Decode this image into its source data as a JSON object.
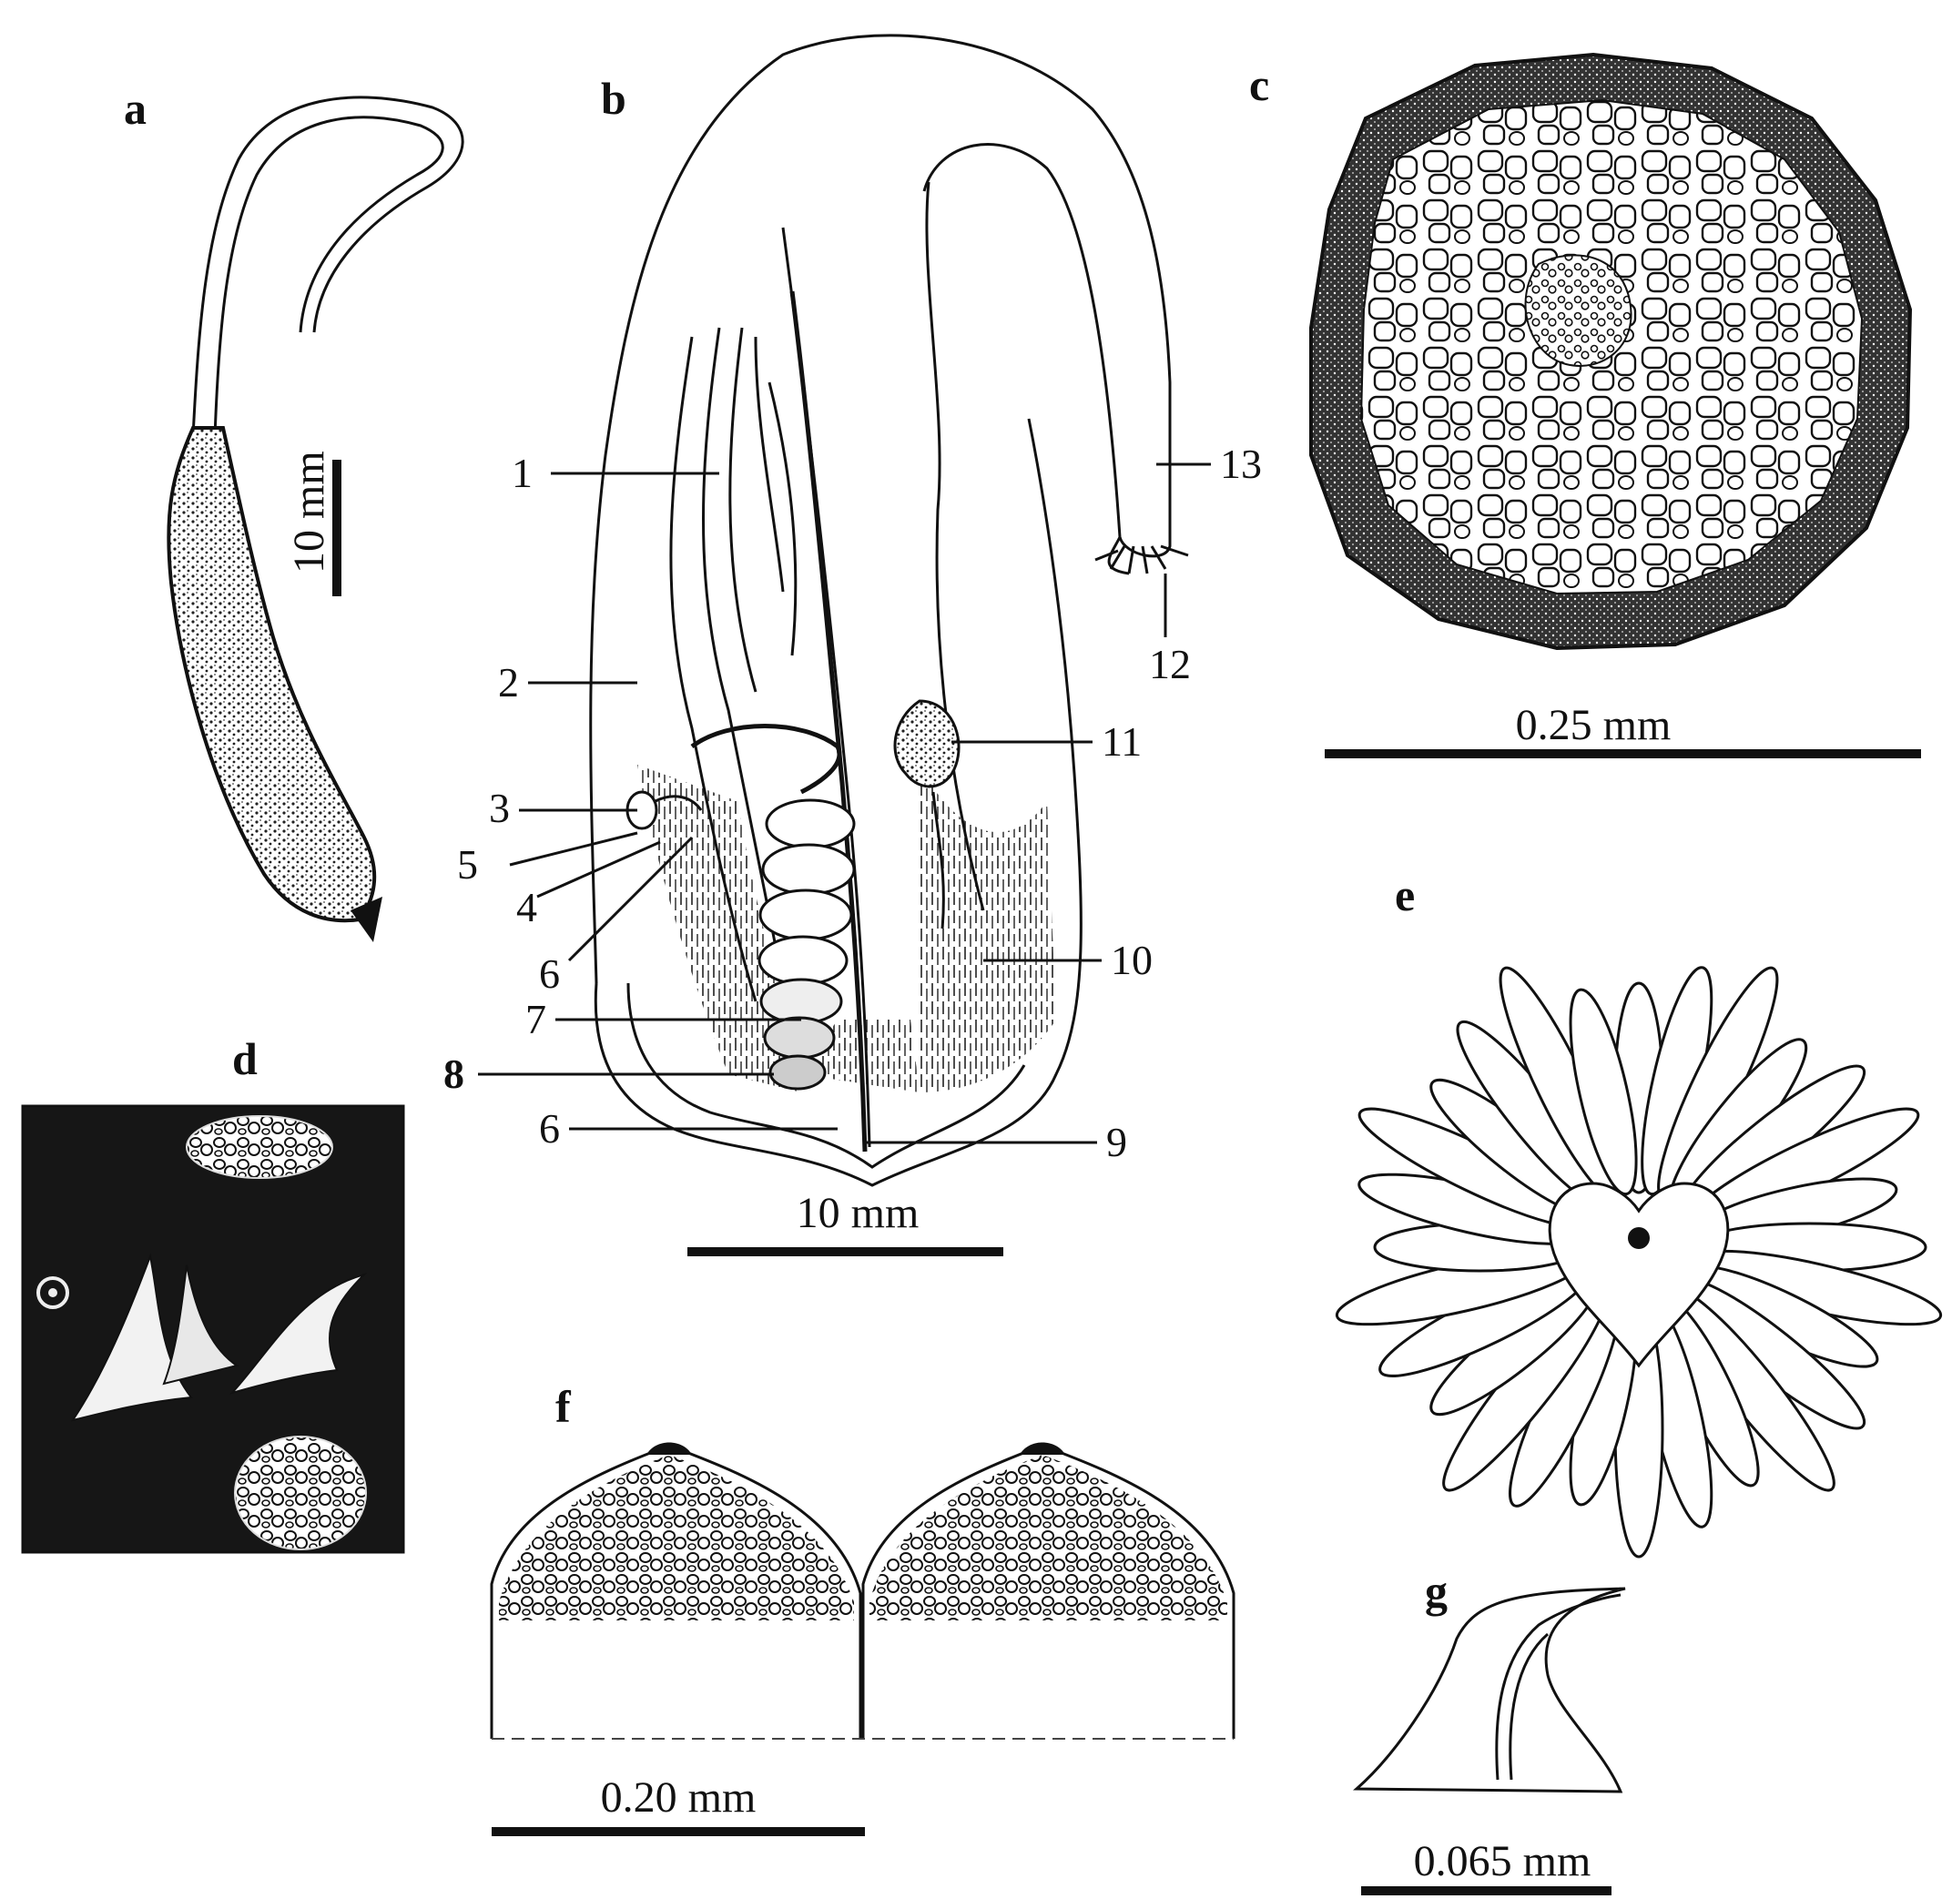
{
  "panels": {
    "a": "a",
    "b": "b",
    "c": "c",
    "d": "d",
    "e": "e",
    "f": "f",
    "g": "g"
  },
  "scale_bars": {
    "a": "10 mm",
    "b": "10 mm",
    "c": "0.25 mm",
    "f": "0.20 mm",
    "g": "0.065 mm"
  },
  "callouts_b": [
    "1",
    "2",
    "3",
    "4",
    "5",
    "6",
    "7",
    "8",
    "6",
    "9",
    "10",
    "11",
    "12",
    "13"
  ]
}
